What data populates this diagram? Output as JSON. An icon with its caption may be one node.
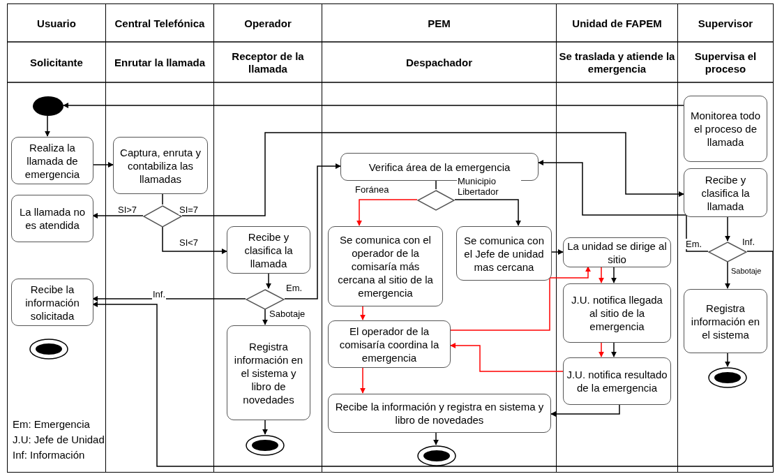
{
  "diagram": {
    "nodes": [
      {
        "text": [
          "Usuario",
          "Solicitante"
        ]
      },
      {
        "text": [
          "Central Telefónica",
          "Enrutar la llamada"
        ]
      },
      {
        "text": [
          "Operador",
          "Receptor de la llamada"
        ]
      },
      {
        "text": [
          "PEM",
          "Despachador"
        ]
      },
      {
        "text": [
          "Unidad de FAPEM",
          "Se traslada y atiende la emergencia"
        ]
      },
      {
        "text": [
          "Supervisor",
          "Supervisa el proceso"
        ]
      },
      {
        "text": [],
        "shape": "circle",
        "in": 0
      },
      {
        "text": [
          "Realiza la llamada de emergencia"
        ],
        "in": 0
      },
      {
        "text": [
          "La llamada no es atendida"
        ],
        "in": 0
      },
      {
        "text": [
          "Recibe la información solicitada"
        ],
        "in": 0
      },
      {
        "text": [],
        "shape": "bullseye",
        "in": 0
      },
      {
        "text": [
          "Captura, enruta y contabiliza las llamadas"
        ],
        "in": 1
      },
      {
        "text": [],
        "shape": "diamond",
        "in": 1
      },
      {
        "text": [
          "Recibe y clasifica la llamada"
        ],
        "in": 2
      },
      {
        "text": [],
        "shape": "diamond",
        "in": 2
      },
      {
        "text": [
          "Registra información en el sistema y libro de novedades"
        ],
        "in": 2
      },
      {
        "text": [],
        "shape": "bullseye",
        "in": 2
      },
      {
        "text": [
          "Verifica área de la emergencia"
        ],
        "in": 3
      },
      {
        "text": [],
        "shape": "diamond",
        "in": 3
      },
      {
        "text": [
          "Se comunica con el operador de la comisaría más cercana al sitio de la emergencia"
        ],
        "in": 3
      },
      {
        "text": [
          "Se comunica con el Jefe de unidad mas cercana"
        ],
        "in": 3
      },
      {
        "text": [
          "El operador de la comisaría coordina la emergencia"
        ],
        "in": 3
      },
      {
        "text": [
          "Recibe la información y registra en sistema y libro de novedades"
        ],
        "in": 3
      },
      {
        "text": [],
        "shape": "bullseye",
        "in": 3
      },
      {
        "text": [
          "La unidad se dirige al sitio"
        ],
        "in": 4
      },
      {
        "text": [
          "J.U. notifica llegada al sitio de la emergencia"
        ],
        "in": 4
      },
      {
        "text": [
          "J.U. notifica resultado de la emergencia"
        ],
        "in": 4
      },
      {
        "text": [
          "Monitorea todo el proceso de llamada"
        ],
        "in": 5
      },
      {
        "text": [
          "Recibe y clasifica la llamada"
        ],
        "in": 5
      },
      {
        "text": [],
        "shape": "diamond",
        "in": 5
      },
      {
        "text": [
          "Registra información en el sistema"
        ],
        "in": 5
      },
      {
        "text": [],
        "shape": "bullseye",
        "in": 5
      }
    ],
    "edges": [
      {
        "from": 27,
        "to": 6,
        "arrow": "to"
      },
      {
        "from": 6,
        "to": 7,
        "arrow": "to"
      },
      {
        "from": 7,
        "to": 11,
        "arrow": "to"
      },
      {
        "from": 11,
        "to": 12,
        "arrow": "none"
      },
      {
        "from": 12,
        "to": 8,
        "label": "SI>7",
        "arrow": "to"
      },
      {
        "from": 12,
        "to": 28,
        "label": "SI=7",
        "arrow": "to"
      },
      {
        "from": 12,
        "to": 13,
        "label": "SI<7",
        "arrow": "to"
      },
      {
        "from": 13,
        "to": 14,
        "arrow": "to"
      },
      {
        "from": 14,
        "to": 9,
        "label": "Inf.",
        "arrow": "to"
      },
      {
        "from": 14,
        "to": 17,
        "label": "Em.",
        "arrow": "to"
      },
      {
        "from": 14,
        "to": 15,
        "label": "Sabotaje",
        "arrow": "to"
      },
      {
        "from": 15,
        "to": 16,
        "arrow": "to"
      },
      {
        "from": 17,
        "to": 18,
        "arrow": "none"
      },
      {
        "from": 18,
        "to": 19,
        "label": "Foránea",
        "arrow": "to",
        "color": "#ff0000"
      },
      {
        "from": 18,
        "to": 20,
        "label": "Municipio Libertador",
        "arrow": "to"
      },
      {
        "from": 19,
        "to": 21,
        "arrow": "to",
        "color": "#ff0000"
      },
      {
        "from": 21,
        "to": 22,
        "arrow": "to",
        "color": "#ff0000"
      },
      {
        "from": 22,
        "to": 23,
        "arrow": "to"
      },
      {
        "from": 20,
        "to": 24,
        "arrow": "to"
      },
      {
        "from": 21,
        "to": 24,
        "arrow": "to",
        "color": "#ff0000"
      },
      {
        "from": 24,
        "to": 25,
        "arrow": "to",
        "color": "#ff0000"
      },
      {
        "from": 24,
        "to": 25,
        "arrow": "to"
      },
      {
        "from": 25,
        "to": 26,
        "arrow": "to",
        "color": "#ff0000"
      },
      {
        "from": 25,
        "to": 26,
        "arrow": "to"
      },
      {
        "from": 26,
        "to": 21,
        "arrow": "to",
        "color": "#ff0000"
      },
      {
        "from": 26,
        "to": 22,
        "arrow": "to"
      },
      {
        "from": 28,
        "to": 29,
        "arrow": "to"
      },
      {
        "from": 29,
        "to": 17,
        "label": "Em.",
        "arrow": "to"
      },
      {
        "from": 29,
        "to": 9,
        "label": "Inf.",
        "arrow": "to"
      },
      {
        "from": 29,
        "to": 30,
        "label": "Sabotaje",
        "arrow": "to"
      },
      {
        "from": 30,
        "to": 31,
        "arrow": "to"
      }
    ],
    "labels": [
      "Em: Emergencia",
      "J.U: Jefe de Unidad",
      "Inf: Información"
    ]
  }
}
